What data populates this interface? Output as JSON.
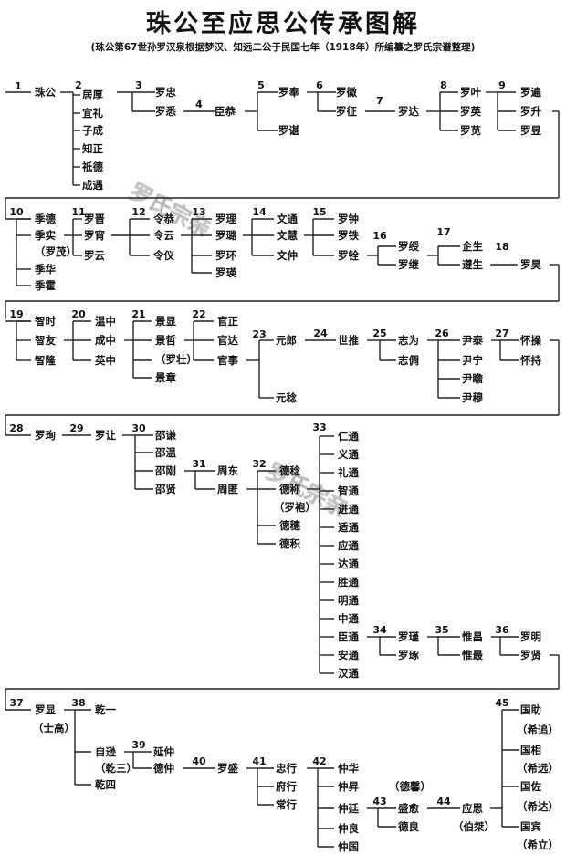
{
  "title": "珠公至应思公传承图解",
  "subtitle": "(珠公第67世孙罗汉泉根据梦汉、知远二公于民国七年（1918年）所编纂之罗氏宗谱整理)",
  "watermark": "罗氏宗亲",
  "generations": {
    "g1": {
      "num": "1",
      "members": [
        "珠公"
      ]
    },
    "g2": {
      "num": "2",
      "members": [
        "居厚",
        "宜礼",
        "子成",
        "知正",
        "祗德",
        "成遇"
      ]
    },
    "g3": {
      "num": "3",
      "members": [
        "罗忠",
        "罗悉"
      ]
    },
    "g4": {
      "num": "4",
      "members": [
        "臣恭"
      ]
    },
    "g5": {
      "num": "5",
      "members": [
        "罗奉",
        "罗谌"
      ]
    },
    "g6": {
      "num": "6",
      "members": [
        "罗徽",
        "罗征"
      ]
    },
    "g7": {
      "num": "7",
      "members": [
        "罗达"
      ]
    },
    "g8": {
      "num": "8",
      "members": [
        "罗叶",
        "罗英",
        "罗苋"
      ]
    },
    "g9": {
      "num": "9",
      "members": [
        "罗遍",
        "罗升",
        "罗昱"
      ]
    },
    "g10": {
      "num": "10",
      "members": [
        "季德",
        "季实",
        "（罗茂）",
        "季华",
        "季霍"
      ]
    },
    "g11": {
      "num": "11",
      "members": [
        "罗晋",
        "罗宵",
        "罗云"
      ]
    },
    "g12": {
      "num": "12",
      "members": [
        "令恭",
        "令云",
        "令仪"
      ]
    },
    "g13": {
      "num": "13",
      "members": [
        "罗理",
        "罗璐",
        "罗环",
        "罗瑛"
      ]
    },
    "g14": {
      "num": "14",
      "members": [
        "文通",
        "文慧",
        "文仲"
      ]
    },
    "g15": {
      "num": "15",
      "members": [
        "罗钟",
        "罗铁",
        "罗铨"
      ]
    },
    "g16": {
      "num": "16",
      "members": [
        "罗绶",
        "罗继"
      ]
    },
    "g17": {
      "num": "17",
      "members": [
        "企生",
        "遵生"
      ]
    },
    "g18": {
      "num": "18",
      "members": [
        "罗昊"
      ]
    },
    "g19": {
      "num": "19",
      "members": [
        "智时",
        "智友",
        "智隆"
      ]
    },
    "g20": {
      "num": "20",
      "members": [
        "温中",
        "成中",
        "英中"
      ]
    },
    "g21": {
      "num": "21",
      "members": [
        "景显",
        "景哲",
        "（罗壮）",
        "景章"
      ]
    },
    "g22": {
      "num": "22",
      "members": [
        "官正",
        "官达",
        "官事"
      ]
    },
    "g23": {
      "num": "23",
      "members": [
        "元郎",
        "元稔"
      ]
    },
    "g24": {
      "num": "24",
      "members": [
        "世推"
      ]
    },
    "g25": {
      "num": "25",
      "members": [
        "志为",
        "志倜"
      ]
    },
    "g26": {
      "num": "26",
      "members": [
        "尹泰",
        "尹宁",
        "尹瞻",
        "尹穆"
      ]
    },
    "g27": {
      "num": "27",
      "members": [
        "怀操",
        "怀持"
      ]
    },
    "g28": {
      "num": "28",
      "members": [
        "罗珣"
      ]
    },
    "g29": {
      "num": "29",
      "members": [
        "罗让"
      ]
    },
    "g30": {
      "num": "30",
      "members": [
        "邵谦",
        "邵温",
        "邵刚",
        "邵贤"
      ]
    },
    "g31": {
      "num": "31",
      "members": [
        "周东",
        "周匿"
      ]
    },
    "g32": {
      "num": "32",
      "members": [
        "德稔",
        "德称",
        "（罗袍）",
        "德穗",
        "德积"
      ]
    },
    "g33": {
      "num": "33",
      "members": [
        "仁通",
        "义通",
        "礼通",
        "智通",
        "进通",
        "适通",
        "应通",
        "达通",
        "胜通",
        "明通",
        "中通",
        "臣通",
        "安通",
        "汉通"
      ]
    },
    "g34": {
      "num": "34",
      "members": [
        "罗瑾",
        "罗琢"
      ]
    },
    "g35": {
      "num": "35",
      "members": [
        "惟昌",
        "惟最"
      ]
    },
    "g36": {
      "num": "36",
      "members": [
        "罗明",
        "罗贤"
      ]
    },
    "g37": {
      "num": "37",
      "members": [
        "罗显",
        "（士高）"
      ]
    },
    "g38": {
      "num": "38",
      "members": [
        "乾一",
        "自逊",
        "（乾三）",
        "乾四"
      ]
    },
    "g39": {
      "num": "39",
      "members": [
        "延仲",
        "德仲"
      ]
    },
    "g40": {
      "num": "40",
      "members": [
        "罗盛"
      ]
    },
    "g41": {
      "num": "41",
      "members": [
        "忠行",
        "府行",
        "常行"
      ]
    },
    "g42": {
      "num": "42",
      "members": [
        "仲华",
        "仲昇",
        "仲廷",
        "仲良",
        "仲国"
      ]
    },
    "g43": {
      "num": "43",
      "members": [
        "（德馨）",
        "盛愈",
        "德良"
      ]
    },
    "g44": {
      "num": "44",
      "members": [
        "应思",
        "（伯桀）"
      ]
    },
    "g45": {
      "num": "45",
      "members": [
        "国助",
        "（希追）",
        "国相",
        "（希远）",
        "国佐",
        "（希达）",
        "国宾",
        "（希立）"
      ]
    }
  }
}
